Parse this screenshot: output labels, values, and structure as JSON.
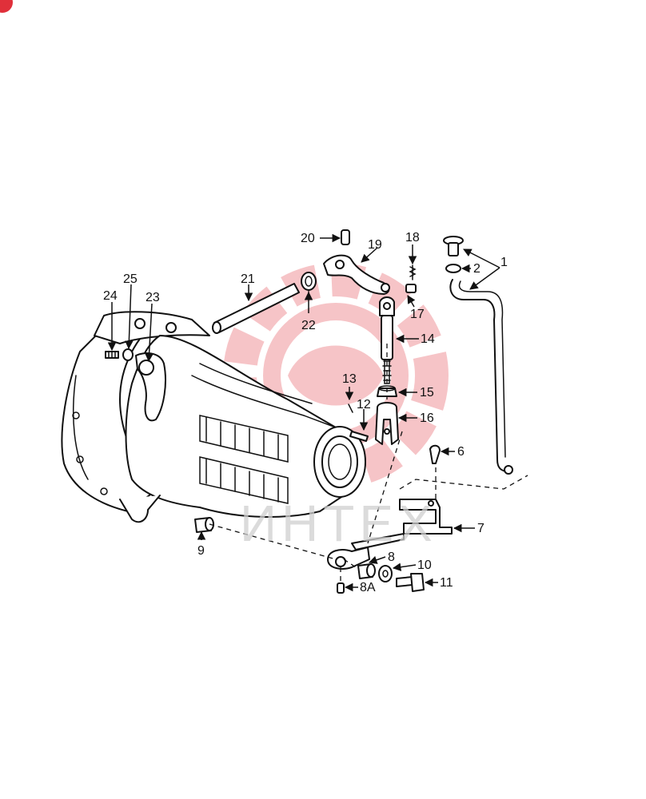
{
  "watermark": {
    "text": "ИНТЕХ",
    "color": "#e0303a"
  },
  "callouts": {
    "c1": "1",
    "c2": "2",
    "c6": "6",
    "c7": "7",
    "c8": "8",
    "c8a": "8A",
    "c9": "9",
    "c10": "10",
    "c11": "11",
    "c12": "12",
    "c13": "13",
    "c14": "14",
    "c15": "15",
    "c16": "16",
    "c17": "17",
    "c18": "18",
    "c19": "19",
    "c20": "20",
    "c21": "21",
    "c22": "22",
    "c23": "23",
    "c24": "24",
    "c25": "25"
  }
}
